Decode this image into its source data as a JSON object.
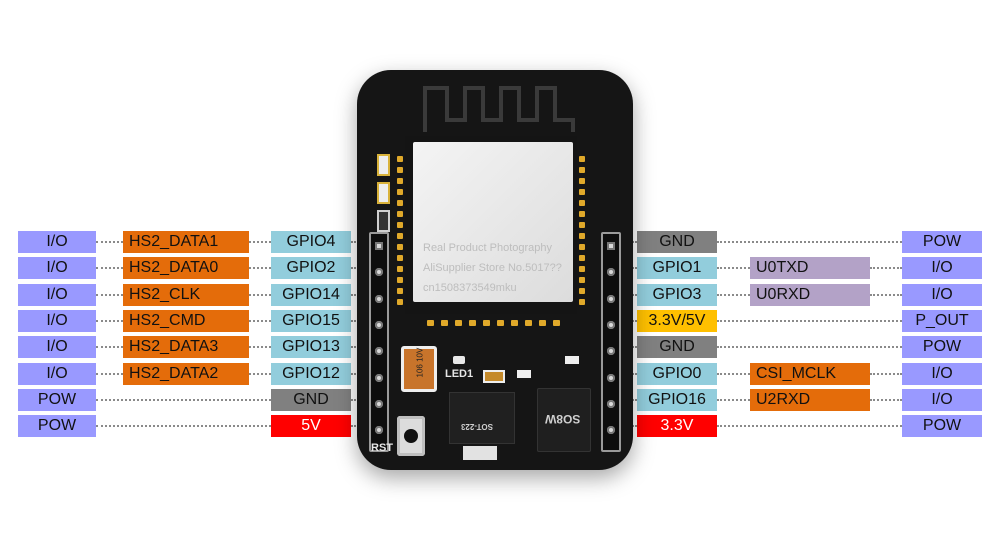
{
  "left_rows": [
    {
      "type": "I/O",
      "func": "HS2_DATA1",
      "gpio": "GPIO4"
    },
    {
      "type": "I/O",
      "func": "HS2_DATA0",
      "gpio": "GPIO2"
    },
    {
      "type": "I/O",
      "func": "HS2_CLK",
      "gpio": "GPIO14"
    },
    {
      "type": "I/O",
      "func": "HS2_CMD",
      "gpio": "GPIO15"
    },
    {
      "type": "I/O",
      "func": "HS2_DATA3",
      "gpio": "GPIO13"
    },
    {
      "type": "I/O",
      "func": "HS2_DATA2",
      "gpio": "GPIO12"
    },
    {
      "type": "POW",
      "func": "",
      "gpio": "GND"
    },
    {
      "type": "POW",
      "func": "",
      "gpio": "5V"
    }
  ],
  "right_rows": [
    {
      "gpio": "GND",
      "func": "",
      "type": "POW"
    },
    {
      "gpio": "GPIO1",
      "func": "U0TXD",
      "type": "I/O"
    },
    {
      "gpio": "GPIO3",
      "func": "U0RXD",
      "type": "I/O"
    },
    {
      "gpio": "3.3V/5V",
      "func": "",
      "type": "P_OUT"
    },
    {
      "gpio": "GND",
      "func": "",
      "type": "POW"
    },
    {
      "gpio": "GPIO0",
      "func": "CSI_MCLK",
      "type": "I/O"
    },
    {
      "gpio": "GPIO16",
      "func": "U2RXD",
      "type": "I/O"
    },
    {
      "gpio": "3.3V",
      "func": "",
      "type": "POW"
    }
  ],
  "colors": {
    "type": "#9999ff",
    "hs2": "#e46c0a",
    "gpio": "#92cddc",
    "gnd": "#808080",
    "v5": "#ff0000",
    "v33": "#ff0000",
    "p_out_src": "#ffc000",
    "uart": "#b3a2c7",
    "camera": "#e46c0a"
  },
  "board": {
    "rst_label": "RST",
    "led_label": "LED1",
    "sot_label": "SOT-223",
    "chip_label": "SO8W",
    "cap_label": "106 10V",
    "watermark_line1": "Real Product Photography",
    "watermark_line2": "AliSupplier Store No.5017??",
    "watermark_line3": "cn1508373549mku"
  }
}
